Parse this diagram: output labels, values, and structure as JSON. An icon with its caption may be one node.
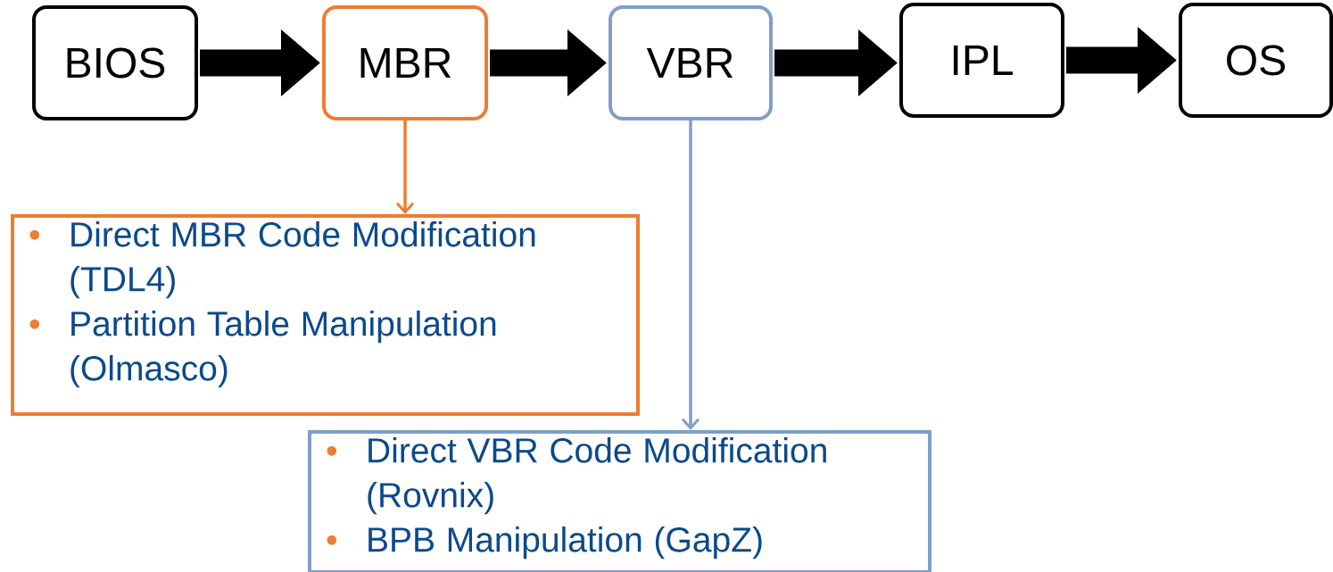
{
  "diagram": {
    "nodes": [
      {
        "text": [
          "BIOS"
        ]
      },
      {
        "text": [
          "MBR"
        ]
      },
      {
        "text": [
          "VBR"
        ]
      },
      {
        "text": [
          "IPL"
        ]
      },
      {
        "text": [
          "OS"
        ]
      },
      {
        "text": [
          "Direct MBR Code Modification (TDL4)",
          "Partition Table Manipulation (Olmasco)"
        ]
      },
      {
        "text": [
          "Direct VBR Code Modification (Rovnix)",
          "BPB Manipulation (GapZ)"
        ]
      }
    ],
    "edges": [
      {
        "from": 0,
        "to": 1,
        "arrow": "to"
      },
      {
        "from": 1,
        "to": 2,
        "arrow": "to"
      },
      {
        "from": 2,
        "to": 3,
        "arrow": "to"
      },
      {
        "from": 3,
        "to": 4,
        "arrow": "to"
      },
      {
        "from": 1,
        "to": 5,
        "arrow": "to",
        "color": "#ed7d31"
      },
      {
        "from": 2,
        "to": 6,
        "arrow": "to",
        "color": "#7f9fc8"
      }
    ],
    "labels": [
      "•",
      "•",
      "•",
      "•"
    ]
  }
}
